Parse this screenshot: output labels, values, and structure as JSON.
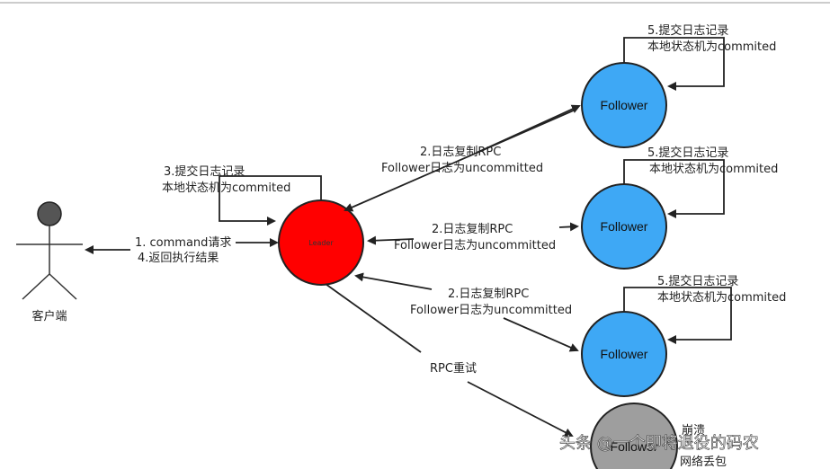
{
  "client": {
    "label": "客户端"
  },
  "leader": {
    "label": "Leader",
    "color": "#ff0000"
  },
  "followers": [
    {
      "label": "Follower",
      "commit_line1": "5.提交日志记录",
      "commit_line2": "本地状态机为commited"
    },
    {
      "label": "Follower",
      "commit_line1": "5.提交日志记录",
      "commit_line2": "本地状态机为commited"
    },
    {
      "label": "Follower",
      "commit_line1": "5.提交日志记录",
      "commit_line2": "本地状态机为commited"
    }
  ],
  "crashed": {
    "label": "Follower",
    "status1": "崩溃",
    "status2": "网络丢包",
    "color": "#9e9e9e"
  },
  "client_edge": {
    "line1": "1. command请求",
    "line2": "4.返回执行结果"
  },
  "leader_commit": {
    "line1": "3.提交日志记录",
    "line2": "本地状态机为commited"
  },
  "replication": [
    {
      "line1": "2.日志复制RPC",
      "line2": "Follower日志为uncommitted"
    },
    {
      "line1": "2.日志复制RPC",
      "line2": "Follower日志为uncommitted"
    },
    {
      "line1": "2.日志复制RPC",
      "line2": "Follower日志为uncommitted"
    }
  ],
  "retry": {
    "label": "RPC重试"
  },
  "watermark": {
    "text": "头条 @一个即将退役的码农"
  },
  "colors": {
    "follower": "#3ea8f5",
    "leader": "#ff0000",
    "crashed": "#9e9e9e",
    "line": "#222222"
  }
}
